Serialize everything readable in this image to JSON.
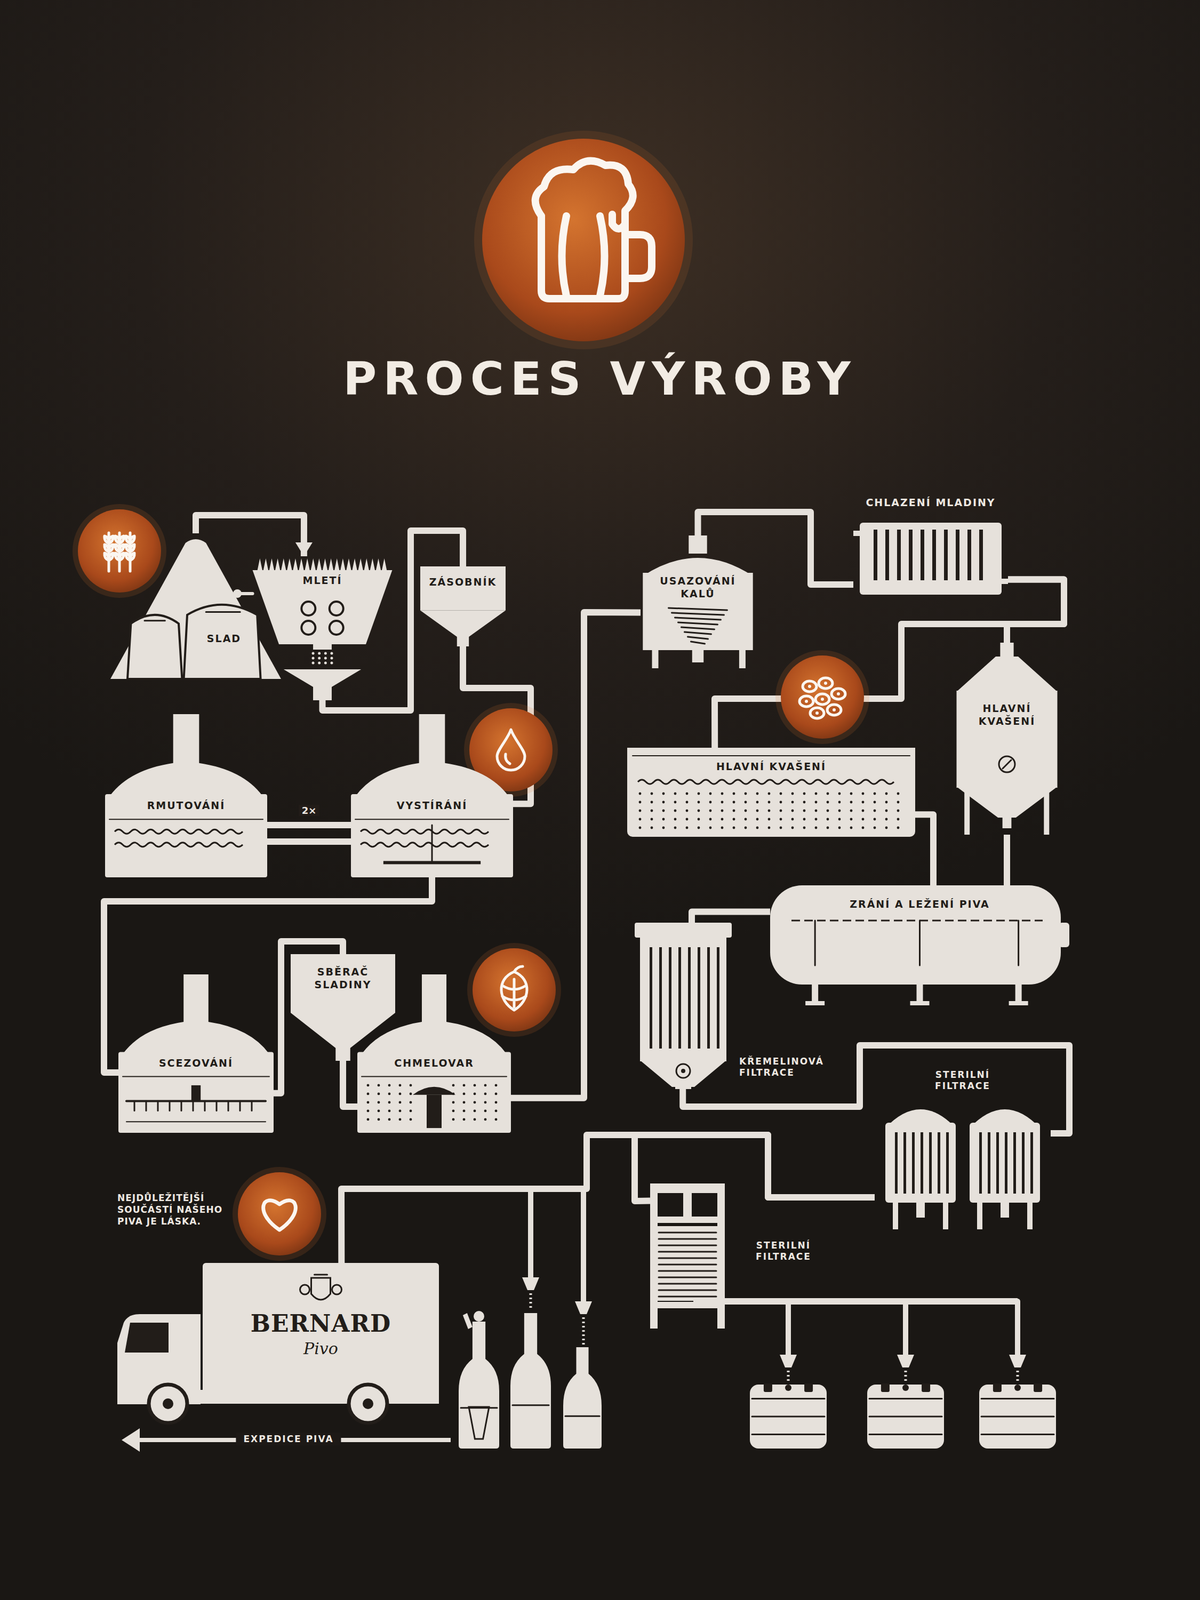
{
  "diagram": {
    "title": "PROCES VÝROBY",
    "nodes": [
      {
        "text": [
          "SLAD"
        ]
      },
      {
        "text": [
          "MLETÍ"
        ]
      },
      {
        "text": [
          "ZÁSOBNÍK"
        ]
      },
      {
        "text": [
          "RMUTOVÁNÍ"
        ]
      },
      {
        "text": [
          "VYSTÍRÁNÍ"
        ]
      },
      {
        "text": [
          "SCEZOVÁNÍ"
        ]
      },
      {
        "text": [
          "SBĚRAČ SLADINY"
        ]
      },
      {
        "text": [
          "CHMELOVAR"
        ]
      },
      {
        "text": [
          "USAZOVÁNÍ KALŮ"
        ]
      },
      {
        "text": [
          "CHLAZENÍ MLADINY"
        ]
      },
      {
        "text": [
          "HLAVNÍ KVAŠENÍ"
        ]
      },
      {
        "text": [
          "HLAVNÍ KVAŠENÍ"
        ]
      },
      {
        "text": [
          "ZRÁNÍ A LEŽENÍ PIVA"
        ]
      },
      {
        "text": [
          "KŘEMELINOVÁ FILTRACE"
        ]
      },
      {
        "text": [
          "STERILNÍ FILTRACE"
        ]
      },
      {
        "text": [
          "STERILNÍ FILTRACE"
        ]
      },
      {
        "text": [
          "BERNARD",
          "Pivo"
        ]
      }
    ],
    "edges": [
      {
        "from": 0,
        "to": 1,
        "arrow": "to"
      },
      {
        "from": 1,
        "to": 2,
        "arrow": "none"
      },
      {
        "from": 2,
        "to": 4,
        "arrow": "none"
      },
      {
        "from": 3,
        "to": 4,
        "label": "2×",
        "arrow": "none"
      },
      {
        "from": 4,
        "to": 5,
        "arrow": "none"
      },
      {
        "from": 5,
        "to": 6,
        "arrow": "none"
      },
      {
        "from": 6,
        "to": 7,
        "arrow": "none"
      },
      {
        "from": 7,
        "to": 8,
        "arrow": "none"
      },
      {
        "from": 8,
        "to": 9,
        "arrow": "none"
      },
      {
        "from": 9,
        "to": 10,
        "arrow": "none"
      },
      {
        "from": 9,
        "to": 11,
        "arrow": "none"
      },
      {
        "from": 10,
        "to": 12,
        "arrow": "none"
      },
      {
        "from": 11,
        "to": 12,
        "arrow": "none"
      },
      {
        "from": 12,
        "to": 13,
        "arrow": "none"
      },
      {
        "from": 13,
        "to": 14,
        "arrow": "none"
      },
      {
        "from": 14,
        "to": 15,
        "arrow": "none"
      },
      {
        "from": 14,
        "to": 16,
        "arrow": "none"
      }
    ],
    "labels": [
      "NEJDŮLEŽITĚJŠÍ SOUČÁSTÍ NAŠEHO PIVA JE LÁSKA.",
      "EXPEDICE PIVA"
    ]
  }
}
